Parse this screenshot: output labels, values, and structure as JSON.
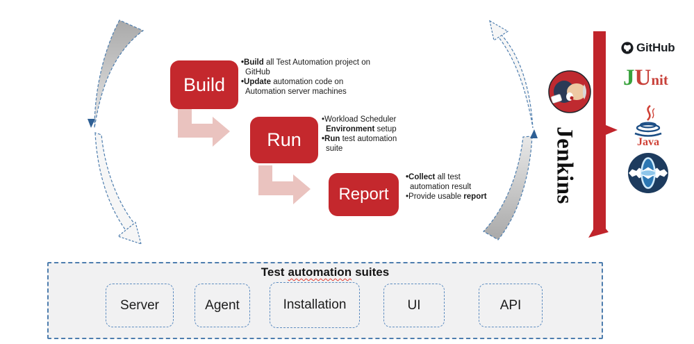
{
  "stages": {
    "build": {
      "label": "Build",
      "bullets": [
        [
          {
            "t": "•Build",
            "b": true
          },
          {
            "t": " all Test Automation project on"
          },
          {
            "br": true
          },
          {
            "t": "GitHub"
          }
        ],
        [
          {
            "t": "•Update",
            "b": true
          },
          {
            "t": " automation code on"
          },
          {
            "br": true
          },
          {
            "t": "Automation server machines"
          }
        ]
      ]
    },
    "run": {
      "label": "Run",
      "bullets": [
        [
          {
            "t": "•Workload Scheduler"
          },
          {
            "br": true
          },
          {
            "t": "Environment",
            "b": true
          },
          {
            "t": " setup"
          }
        ],
        [
          {
            "t": "•Run",
            "b": true
          },
          {
            "t": " test automation"
          },
          {
            "br": true
          },
          {
            "t": "suite"
          }
        ]
      ]
    },
    "report": {
      "label": "Report",
      "bullets": [
        [
          {
            "t": "•Collect",
            "b": true
          },
          {
            "t": " all test"
          },
          {
            "br": true
          },
          {
            "t": "automation result"
          }
        ],
        [
          {
            "t": "•Provide usable "
          },
          {
            "t": "report",
            "b": true
          }
        ]
      ]
    }
  },
  "jenkins": {
    "label": "Jenkins"
  },
  "tools": {
    "github": {
      "label": "GitHub"
    },
    "junit": {
      "j": "J",
      "u": "U",
      "nit": "nit"
    },
    "java": {
      "label": "Java"
    },
    "staf": {
      "icon": "staf-sphere-gear-icon"
    }
  },
  "suites": {
    "title_pre": "Test",
    "title_wavy": "automation",
    "title_post": "suites",
    "items": [
      "Server",
      "Agent",
      "Installation",
      "UI",
      "API"
    ]
  },
  "icons": {
    "cycle_left": "dashed-cycle-arc-left",
    "cycle_right": "dashed-cycle-arc-right",
    "elbow_arrows": "elbow-arrow",
    "jenkins_mascot": "jenkins-butler-icon",
    "github_mark": "github-octocat-icon",
    "java_cup": "java-cup-icon"
  },
  "colors": {
    "stage_red": "#c4282d",
    "bracket_red": "#c0242b",
    "arrow_pink": "#eac3bf",
    "dashed_blue": "#4d7dae",
    "panel_bg": "#f1f1f2",
    "arc_gray": "#b5b5b5",
    "squiggle_red": "#e23c30",
    "junit_green": "#38a23c",
    "junit_red": "#c8413a",
    "java_blue": "#1c4e85",
    "java_red": "#cf4035",
    "staf_navy": "#1d3b5e"
  }
}
